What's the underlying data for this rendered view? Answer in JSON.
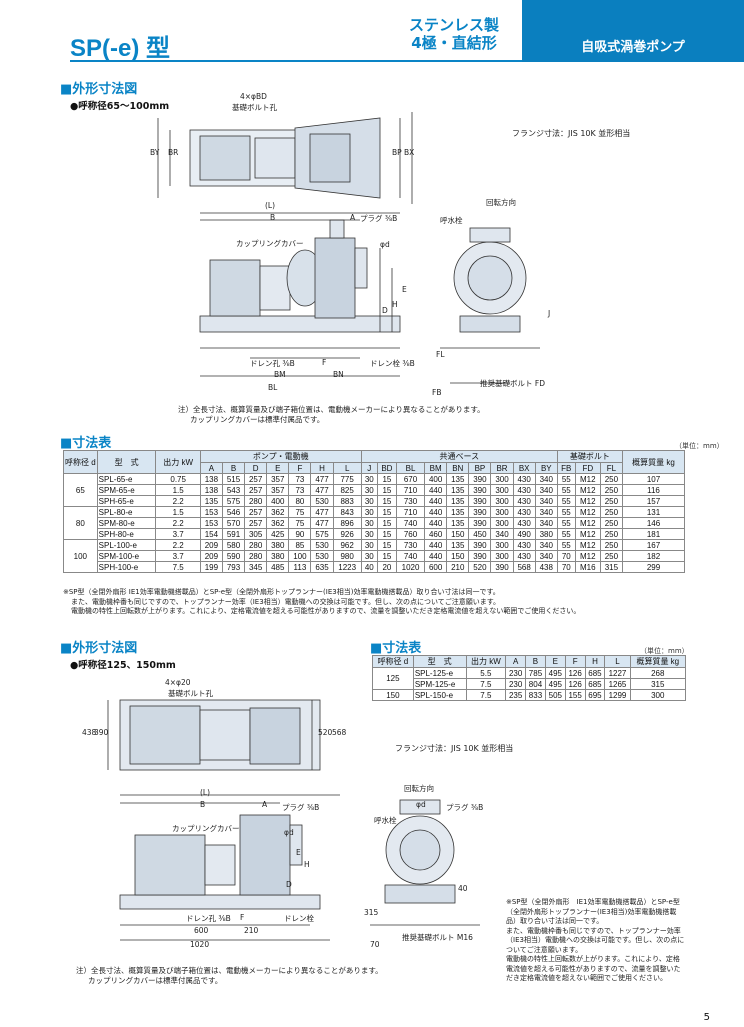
{
  "header": {
    "title": "SP(-e) 型",
    "line1": "ステンレス製",
    "line2": "4極・直結形",
    "category": "自吸式渦巻ポンプ"
  },
  "section1": {
    "heading": "■外形寸法図",
    "subheading": "●呼称径65～100mm",
    "flange_note": "フランジ寸法：JIS 10K 並形相当",
    "note_lines": [
      "注）全長寸法、概算質量及び端子箱位置は、電動機メーカーにより異なることがあります。",
      "カップリングカバーは標準付属品です。"
    ],
    "labels": {
      "bolt_hole": "4×φBD",
      "bolt_hole2": "基礎ボルト孔",
      "coupling_cover": "カップリングカバー",
      "plug": "プラグ ⅜B",
      "drain_hole": "ドレン孔 ⅜B",
      "drain_plug": "ドレン栓 ⅜B",
      "rotation": "回転方向",
      "priming": "呼水栓",
      "foundation_bolt": "推奨基礎ボルト FD",
      "L": "(L)",
      "B": "B",
      "A": "A",
      "BM": "BM",
      "BN": "BN",
      "BL": "BL",
      "F": "F",
      "FL": "FL",
      "FB": "FB",
      "J": "J",
      "BY": "BY",
      "BR": "BR",
      "BP": "BP",
      "BX": "BX",
      "D": "D",
      "H": "H",
      "E": "E",
      "d": "φd"
    }
  },
  "table1": {
    "heading": "■寸法表",
    "unit": "（単位：mm）",
    "header_row1": [
      "呼称径 d",
      "型　式",
      "出力 kW",
      "ポンプ・電動機",
      "共通ベース",
      "基礎ボルト",
      "概算質量 kg"
    ],
    "header_row2": [
      "A",
      "B",
      "D",
      "E",
      "F",
      "H",
      "L",
      "J",
      "BD",
      "BL",
      "BM",
      "BN",
      "BP",
      "BR",
      "BX",
      "BY",
      "FB",
      "FD",
      "FL"
    ],
    "groups": [
      {
        "d": "65",
        "rows": [
          [
            "SPL-65-e",
            "0.75",
            "138",
            "515",
            "257",
            "357",
            "73",
            "477",
            "775",
            "30",
            "15",
            "670",
            "400",
            "135",
            "390",
            "300",
            "430",
            "340",
            "55",
            "M12",
            "250",
            "107"
          ],
          [
            "SPM-65-e",
            "1.5",
            "138",
            "543",
            "257",
            "357",
            "73",
            "477",
            "825",
            "30",
            "15",
            "710",
            "440",
            "135",
            "390",
            "300",
            "430",
            "340",
            "55",
            "M12",
            "250",
            "116"
          ],
          [
            "SPH-65-e",
            "2.2",
            "135",
            "575",
            "280",
            "400",
            "80",
            "530",
            "883",
            "30",
            "15",
            "730",
            "440",
            "135",
            "390",
            "300",
            "430",
            "340",
            "55",
            "M12",
            "250",
            "157"
          ]
        ]
      },
      {
        "d": "80",
        "rows": [
          [
            "SPL-80-e",
            "1.5",
            "153",
            "546",
            "257",
            "362",
            "75",
            "477",
            "843",
            "30",
            "15",
            "710",
            "440",
            "135",
            "390",
            "300",
            "430",
            "340",
            "55",
            "M12",
            "250",
            "131"
          ],
          [
            "SPM-80-e",
            "2.2",
            "153",
            "570",
            "257",
            "362",
            "75",
            "477",
            "896",
            "30",
            "15",
            "740",
            "440",
            "135",
            "390",
            "300",
            "430",
            "340",
            "55",
            "M12",
            "250",
            "146"
          ],
          [
            "SPH-80-e",
            "3.7",
            "154",
            "591",
            "305",
            "425",
            "90",
            "575",
            "926",
            "30",
            "15",
            "760",
            "460",
            "150",
            "450",
            "340",
            "490",
            "380",
            "55",
            "M12",
            "250",
            "181"
          ]
        ]
      },
      {
        "d": "100",
        "rows": [
          [
            "SPL-100-e",
            "2.2",
            "209",
            "580",
            "280",
            "380",
            "85",
            "530",
            "962",
            "30",
            "15",
            "730",
            "440",
            "135",
            "390",
            "300",
            "430",
            "340",
            "55",
            "M12",
            "250",
            "167"
          ],
          [
            "SPM-100-e",
            "3.7",
            "209",
            "590",
            "280",
            "380",
            "100",
            "530",
            "980",
            "30",
            "15",
            "740",
            "440",
            "150",
            "390",
            "300",
            "430",
            "340",
            "70",
            "M12",
            "250",
            "182"
          ],
          [
            "SPH-100-e",
            "7.5",
            "199",
            "793",
            "345",
            "485",
            "113",
            "635",
            "1223",
            "40",
            "20",
            "1020",
            "600",
            "210",
            "520",
            "390",
            "568",
            "438",
            "70",
            "M16",
            "315",
            "299"
          ]
        ]
      }
    ],
    "notes": [
      "※SP型（全閉外扇形 IE1効率電動機搭載品）とSP-e型（全閉外扇形トップランナー(IE3相当)効率電動機搭載品）取り合い寸法は同一です。",
      "また、電動機枠番も同じですので、トップランナー効率（IE3相当）電動機への交換は可能です。但し、次の点についてご注意願います。",
      "電動機の特性上回転数が上がります。これにより、定格電流値を超える可能性がありますので、流量を調整いただき定格電流値を超えない範囲でご使用ください。"
    ]
  },
  "section2": {
    "heading": "■外形寸法図",
    "subheading": "●呼称径125、150mm",
    "flange_note": "フランジ寸法：JIS 10K 並形相当",
    "labels": {
      "bolt_hole": "4×φ20",
      "bolt_hole2": "基礎ボルト孔",
      "coupling_cover": "カップリングカバー",
      "plug": "プラグ ⅜B",
      "drain_hole": "ドレン孔 ⅜B",
      "drain_plug": "ドレン栓",
      "rotation": "回転方向",
      "priming": "呼水栓",
      "foundation_bolt": "推奨基礎ボルト M16",
      "d438": "438",
      "d390": "390",
      "d520": "520",
      "d568": "568",
      "L": "(L)",
      "B": "B",
      "A": "A",
      "F": "F",
      "d600": "600",
      "d210": "210",
      "d1020": "1020",
      "D": "D",
      "H": "H",
      "E": "E",
      "d": "φd",
      "d40": "40",
      "d315": "315",
      "d70": "70"
    },
    "note_lines": [
      "注）全長寸法、概算質量及び端子箱位置は、電動機メーカーにより異なることがあります。",
      "カップリングカバーは標準付属品です。"
    ],
    "side_notes": [
      "※SP型（全閉外扇形　IE1効率電動機搭載品）とSP-e型",
      "（全閉外扇形トップランナー(IE3相当)効率電動機搭載",
      "品）取り合い寸法は同一です。",
      "また、電動機枠番も同じですので、トップランナー効率",
      "（IE3相当）電動機への交換は可能です。但し、次の点に",
      "ついてご注意願います。",
      "電動機の特性上回転数が上がります。これにより、定格",
      "電流値を超える可能性がありますので、流量を調整いた",
      "だき定格電流値を超えない範囲でご使用ください。"
    ]
  },
  "table2": {
    "heading": "■寸法表",
    "unit": "（単位：mm）",
    "headers": [
      "呼称径 d",
      "型　式",
      "出力 kW",
      "A",
      "B",
      "E",
      "F",
      "H",
      "L",
      "概算質量 kg"
    ],
    "groups": [
      {
        "d": "125",
        "rows": [
          [
            "SPL-125-e",
            "5.5",
            "230",
            "785",
            "495",
            "126",
            "685",
            "1227",
            "268"
          ],
          [
            "SPM-125-e",
            "7.5",
            "230",
            "804",
            "495",
            "126",
            "685",
            "1265",
            "315"
          ]
        ]
      },
      {
        "d": "150",
        "rows": [
          [
            "SPL-150-e",
            "7.5",
            "235",
            "833",
            "505",
            "155",
            "695",
            "1299",
            "300"
          ]
        ]
      }
    ]
  },
  "page_number": "5"
}
